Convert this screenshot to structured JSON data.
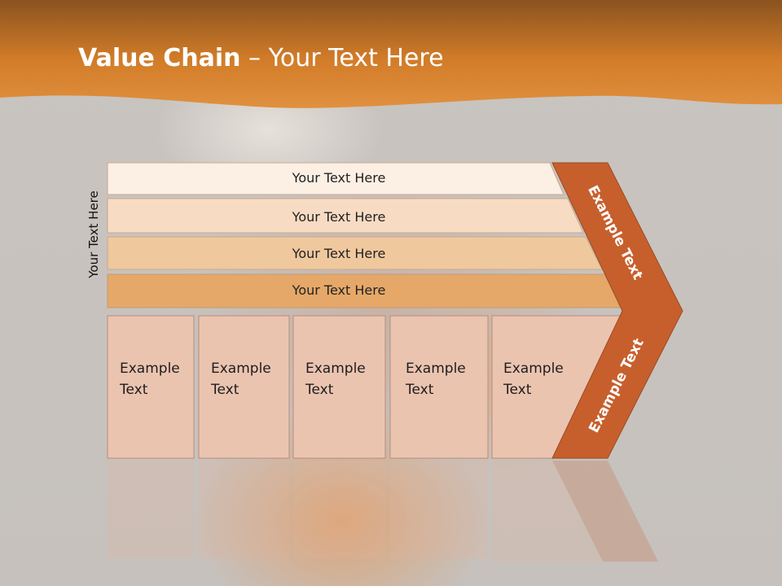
{
  "title": {
    "bold": "Value Chain",
    "rest": " – Your Text Here"
  },
  "side_label": "Your Text Here",
  "bars": [
    {
      "label": "Your Text Here",
      "color": "#fcefe4"
    },
    {
      "label": "Your Text Here",
      "color": "#f7dcc3"
    },
    {
      "label": "Your Text Here",
      "color": "#f0c89e"
    },
    {
      "label": "Your Text Here",
      "color": "#e5a869"
    }
  ],
  "columns": [
    {
      "line1": "Example",
      "line2": "Text"
    },
    {
      "line1": "Example",
      "line2": "Text"
    },
    {
      "line1": "Example",
      "line2": "Text"
    },
    {
      "line1": "Example",
      "line2": "Text"
    },
    {
      "line1": "Example",
      "line2": "Text"
    }
  ],
  "chevron": {
    "top_label": "Example Text",
    "bottom_label": "Example Text",
    "color": "#c75f2d"
  },
  "colors": {
    "header": "#d98a3a",
    "column_fill": "#ebc4b0",
    "column_border": "#b88c79"
  }
}
